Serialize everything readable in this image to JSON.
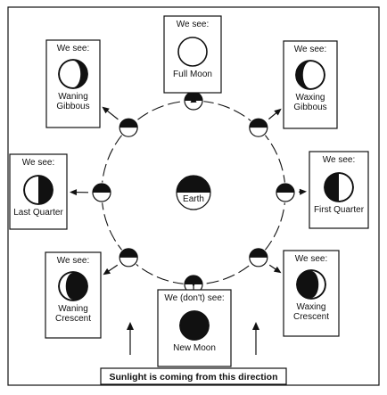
{
  "header_label": "We see:",
  "phases": [
    {
      "id": "full-moon",
      "heading": "We see:",
      "lines": [
        "Full Moon"
      ],
      "lit": "full"
    },
    {
      "id": "waxing-gibbous",
      "heading": "We see:",
      "lines": [
        "Waxing",
        "Gibbous"
      ],
      "lit": "waxing-gibbous"
    },
    {
      "id": "first-quarter",
      "heading": "We see:",
      "lines": [
        "First Quarter"
      ],
      "lit": "first-quarter"
    },
    {
      "id": "waxing-crescent",
      "heading": "We see:",
      "lines": [
        "Waxing",
        "Crescent"
      ],
      "lit": "waxing-crescent"
    },
    {
      "id": "new-moon",
      "heading": "We (don't) see:",
      "lines": [
        "New Moon"
      ],
      "lit": "new"
    },
    {
      "id": "waning-crescent",
      "heading": "We see:",
      "lines": [
        "Waning",
        "Crescent"
      ],
      "lit": "waning-crescent"
    },
    {
      "id": "last-quarter",
      "heading": "We see:",
      "lines": [
        "Last Quarter"
      ],
      "lit": "last-quarter"
    },
    {
      "id": "waning-gibbous",
      "heading": "We see:",
      "lines": [
        "Waning",
        "Gibbous"
      ],
      "lit": "waning-gibbous"
    }
  ],
  "earth_label": "Earth",
  "sunlight_label": "Sunlight is coming from this direction",
  "colors": {
    "ink": "#111111",
    "paper": "#ffffff"
  }
}
